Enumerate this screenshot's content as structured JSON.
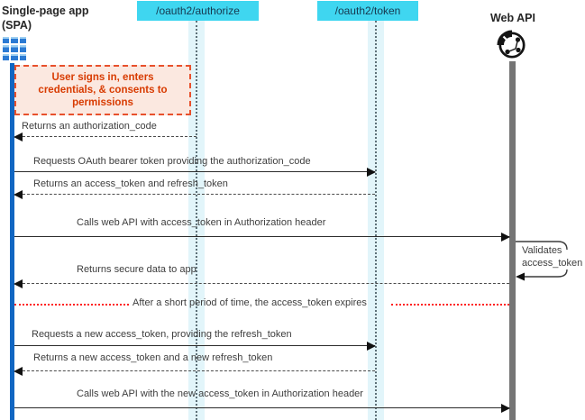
{
  "actors": {
    "spa": {
      "label_line1": "Single-page app",
      "label_line2": "(SPA)",
      "icon": "app-grid-icon"
    },
    "web_api": {
      "label": "Web API",
      "icon": "globe-network-icon"
    }
  },
  "endpoints": {
    "authorize": {
      "label": "/oauth2/authorize"
    },
    "token": {
      "label": "/oauth2/token"
    }
  },
  "consent_note": {
    "text": "User signs in, enters credentials, & consents to permissions"
  },
  "messages": [
    {
      "text": "Returns an authorization_code",
      "style": "dashed",
      "direction": "authorize-to-spa"
    },
    {
      "text": "Requests OAuth bearer token providing the authorization_code",
      "style": "solid",
      "direction": "spa-to-token"
    },
    {
      "text": "Returns an access_token and refresh_token",
      "style": "dashed",
      "direction": "token-to-spa"
    },
    {
      "text": "Calls web API with access_token in Authorization header",
      "style": "solid",
      "direction": "spa-to-webapi"
    },
    {
      "text": "Returns secure data to app",
      "style": "dashed",
      "direction": "webapi-to-spa"
    },
    {
      "text": "Requests a new access_token, providing the refresh_token",
      "style": "solid",
      "direction": "spa-to-token"
    },
    {
      "text": "Returns a new access_token and a new refresh_token",
      "style": "dashed",
      "direction": "token-to-spa"
    },
    {
      "text": "Calls web API with the new access_token in Authorization header",
      "style": "solid",
      "direction": "spa-to-webapi"
    }
  ],
  "validate_note": {
    "line1": "Validates",
    "line2": "access_token"
  },
  "expiry": {
    "text": "After a short period of time, the access_token expires"
  },
  "colors": {
    "endpoint_bg": "#3fd6f0",
    "lifeline_band": "#e2f5fa",
    "spa_bar": "#1166c2",
    "api_bar": "#757575",
    "consent_border": "#e8502c",
    "consent_bg": "#fbe8e0",
    "consent_text": "#d83b01",
    "expire_line": "#ff2020"
  }
}
